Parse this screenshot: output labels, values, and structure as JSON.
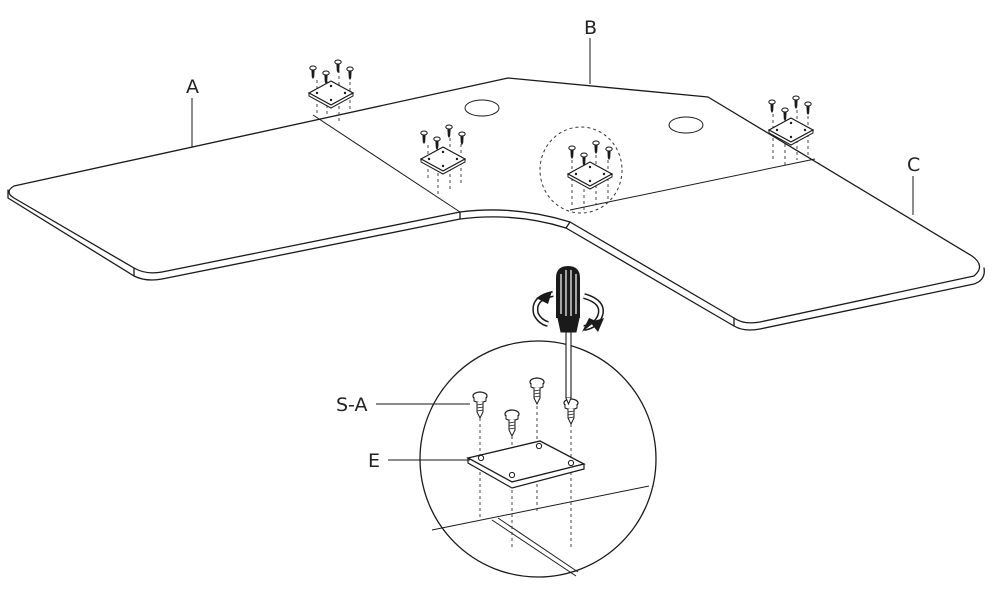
{
  "labels": {
    "panel_left": "A",
    "panel_middle": "B",
    "panel_right": "C",
    "screw": "S-A",
    "plate": "E"
  }
}
